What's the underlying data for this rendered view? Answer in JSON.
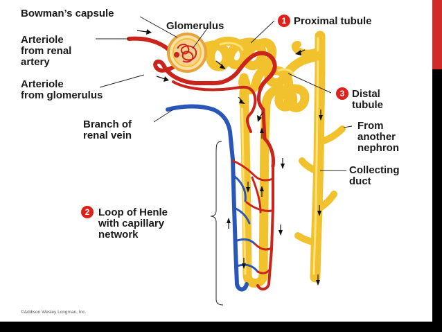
{
  "labels": {
    "bowmans_capsule": "Bowman’s capsule",
    "glomerulus": "Glomerulus",
    "proximal_tubule": "Proximal tubule",
    "arteriole_renal_1": "Arteriole",
    "arteriole_renal_2": "from renal",
    "arteriole_renal_3": "artery",
    "arteriole_glom_1": "Arteriole",
    "arteriole_glom_2": "from glomerulus",
    "branch_vein_1": "Branch of",
    "branch_vein_2": "renal vein",
    "distal_1": "Distal",
    "distal_2": "tubule",
    "from_nephron_1": "From",
    "from_nephron_2": "another",
    "from_nephron_3": "nephron",
    "collecting_1": "Collecting",
    "collecting_2": "duct",
    "henle_1": "Loop of Henle",
    "henle_2": "with capillary",
    "henle_3": "network"
  },
  "markers": {
    "proximal": "1",
    "henle": "2",
    "distal": "3"
  },
  "credit": "©Addison Wesley Longman, Inc.",
  "colors": {
    "tubule": "#f2c12e",
    "artery": "#c9251c",
    "vein": "#2a56b8",
    "marker": "#e0201b",
    "side_band": "#000000",
    "side_tab": "#d12a2a"
  }
}
